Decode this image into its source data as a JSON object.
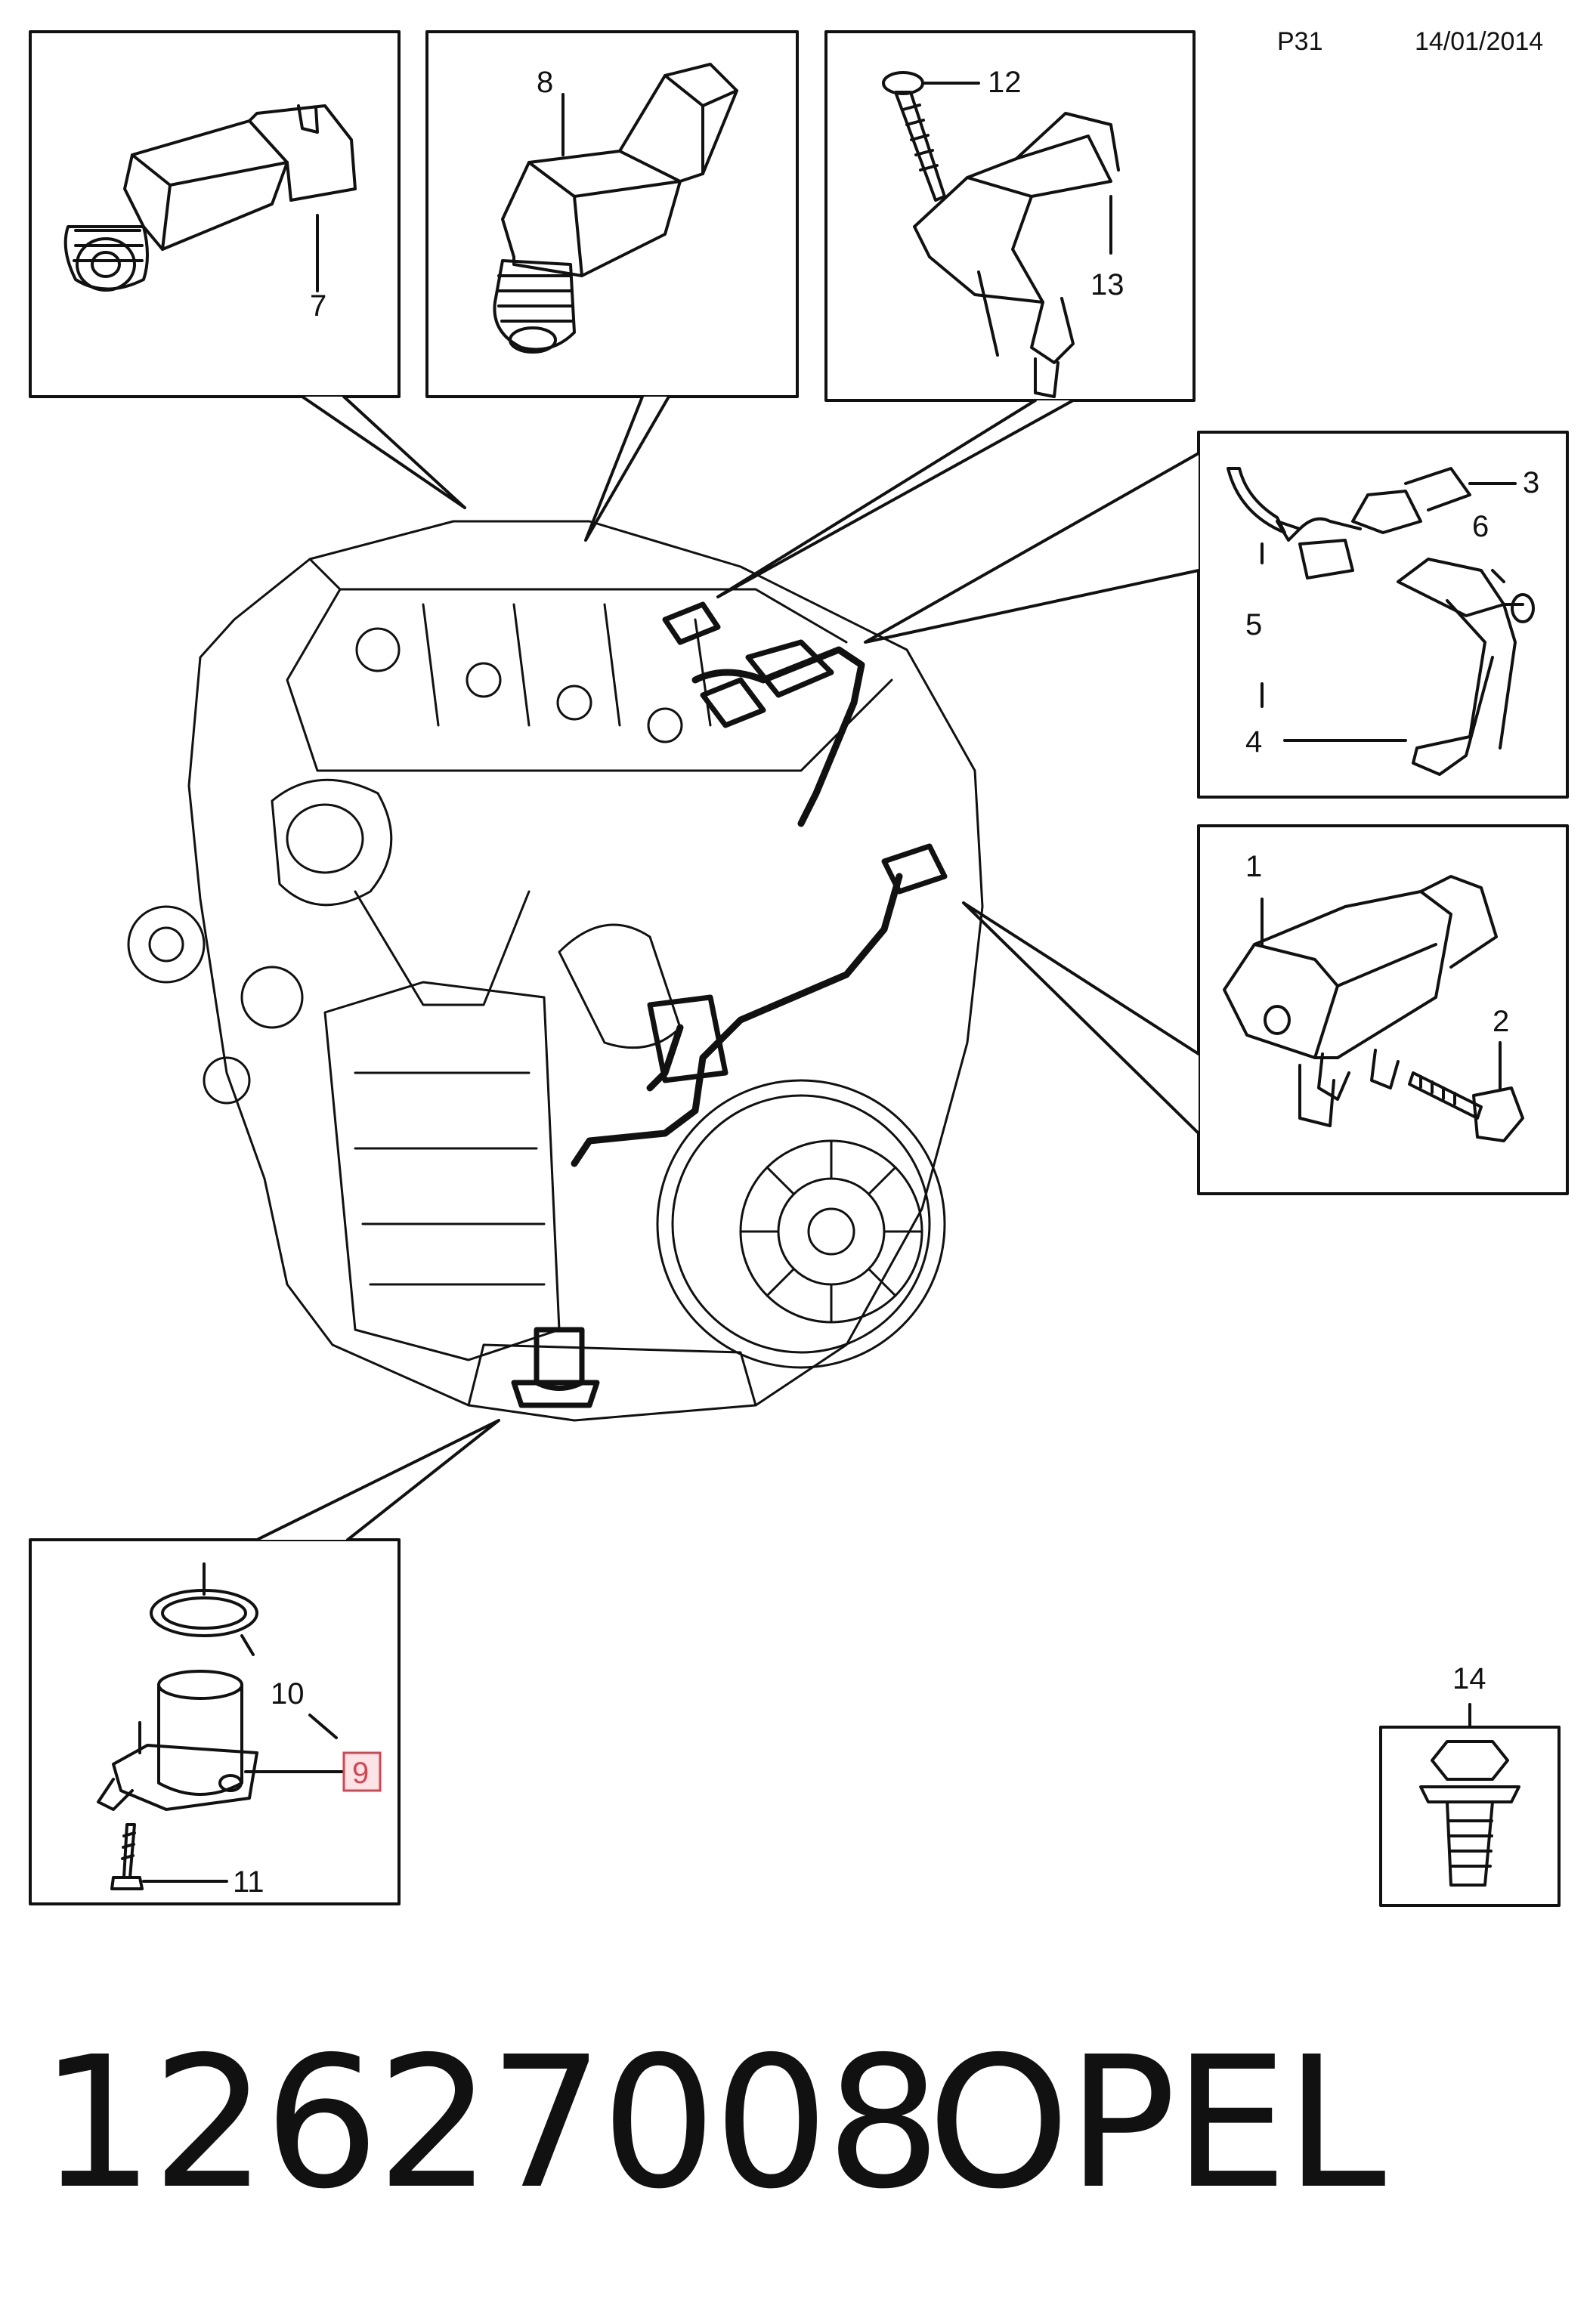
{
  "header": {
    "page_ref": "P31",
    "date": "14/01/2014"
  },
  "callouts": {
    "c1": "1",
    "c2": "2",
    "c3": "3",
    "c4": "4",
    "c5": "5",
    "c6": "6",
    "c7": "7",
    "c8": "8",
    "c9": "9",
    "c10": "10",
    "c11": "11",
    "c12": "12",
    "c13": "13",
    "c14": "14"
  },
  "highlighted_callout": "9",
  "footer": {
    "part_number": "12627008",
    "brand": "OPEL"
  },
  "colors": {
    "line": "#111111",
    "highlight": "#d9434f",
    "highlight_fill": "#fbe3e6"
  }
}
